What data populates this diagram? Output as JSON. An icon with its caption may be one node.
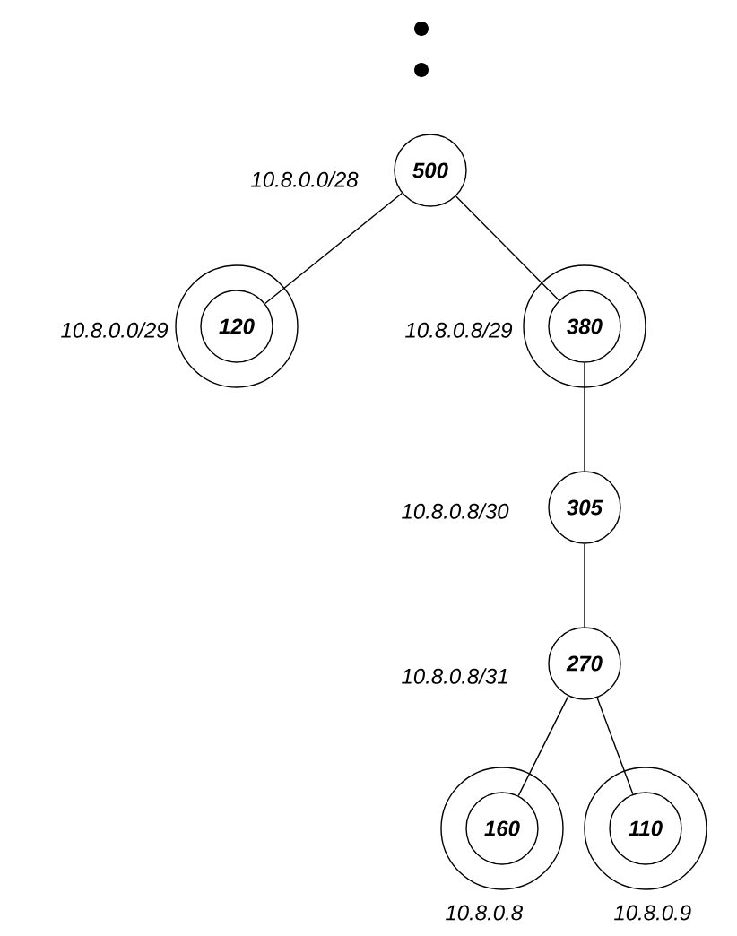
{
  "diagram": {
    "nodes": [
      {
        "text": [
          "500"
        ],
        "beside": [
          "10.8.0.0/28"
        ]
      },
      {
        "text": [
          "120"
        ],
        "beside": [
          "10.8.0.0/29"
        ]
      },
      {
        "text": [
          "380"
        ],
        "beside": [
          "10.8.0.8/29"
        ]
      },
      {
        "text": [
          "305"
        ],
        "beside": [
          "10.8.0.8/30"
        ]
      },
      {
        "text": [
          "270"
        ],
        "beside": [
          "10.8.0.8/31"
        ]
      },
      {
        "text": [
          "160"
        ],
        "beside": [
          "10.8.0.8"
        ]
      },
      {
        "text": [
          "110"
        ],
        "beside": [
          "10.8.0.9"
        ]
      }
    ],
    "edges": [
      {
        "from": 0,
        "to": 1,
        "arrow": "none"
      },
      {
        "from": 0,
        "to": 2,
        "arrow": "none"
      },
      {
        "from": 2,
        "to": 3,
        "arrow": "none"
      },
      {
        "from": 3,
        "to": 4,
        "arrow": "none"
      },
      {
        "from": 4,
        "to": 5,
        "arrow": "none"
      },
      {
        "from": 4,
        "to": 6,
        "arrow": "none"
      }
    ]
  }
}
